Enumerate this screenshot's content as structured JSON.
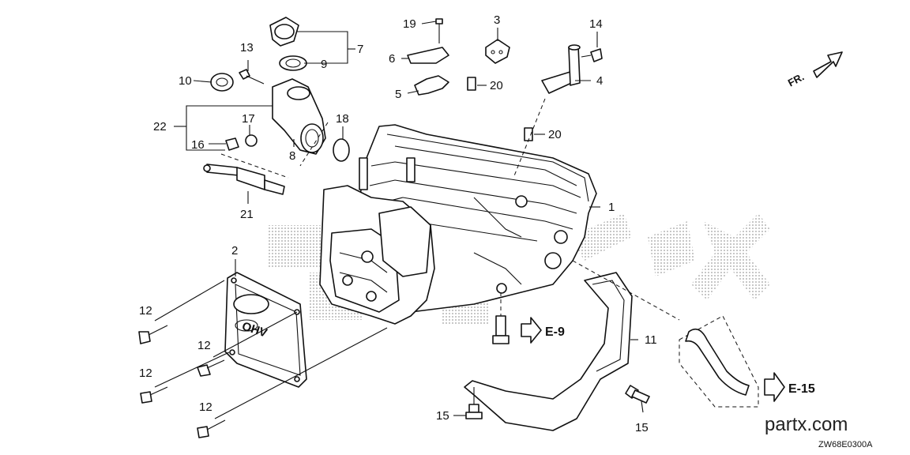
{
  "diagram": {
    "callouts": [
      {
        "id": "c1",
        "text": "1"
      },
      {
        "id": "c2",
        "text": "2"
      },
      {
        "id": "c3",
        "text": "3"
      },
      {
        "id": "c4",
        "text": "4"
      },
      {
        "id": "c5",
        "text": "5"
      },
      {
        "id": "c6",
        "text": "6"
      },
      {
        "id": "c7",
        "text": "7"
      },
      {
        "id": "c8",
        "text": "8"
      },
      {
        "id": "c9",
        "text": "9"
      },
      {
        "id": "c10",
        "text": "10"
      },
      {
        "id": "c11",
        "text": "11"
      },
      {
        "id": "c12a",
        "text": "12"
      },
      {
        "id": "c12b",
        "text": "12"
      },
      {
        "id": "c12c",
        "text": "12"
      },
      {
        "id": "c12d",
        "text": "12"
      },
      {
        "id": "c13",
        "text": "13"
      },
      {
        "id": "c14",
        "text": "14"
      },
      {
        "id": "c15a",
        "text": "15"
      },
      {
        "id": "c15b",
        "text": "15"
      },
      {
        "id": "c16",
        "text": "16"
      },
      {
        "id": "c17",
        "text": "17"
      },
      {
        "id": "c18",
        "text": "18"
      },
      {
        "id": "c19",
        "text": "19"
      },
      {
        "id": "c20a",
        "text": "20"
      },
      {
        "id": "c20b",
        "text": "20"
      },
      {
        "id": "c21",
        "text": "21"
      },
      {
        "id": "c22",
        "text": "22"
      }
    ],
    "references": [
      {
        "id": "e9",
        "text": "E-9"
      },
      {
        "id": "e15",
        "text": "E-15"
      }
    ],
    "direction_label": "FR.",
    "cover_logo_text": "OHV",
    "watermark_logo": "partx.com",
    "diagram_code": "ZW68E0300A"
  }
}
